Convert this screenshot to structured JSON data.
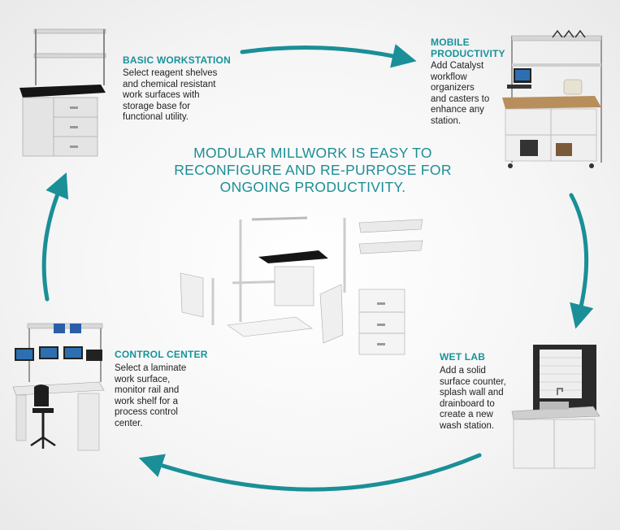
{
  "headline": {
    "line1": "MODULAR MILLWORK IS EASY TO",
    "line2": "RECONFIGURE AND RE-PURPOSE FOR",
    "line3": "ONGOING PRODUCTIVITY."
  },
  "stations": {
    "basic": {
      "title": "BASIC WORKSTATION",
      "lines": [
        "Select reagent shelves",
        "and chemical resistant",
        "work surfaces with",
        "storage base for",
        "functional utility."
      ]
    },
    "mobile": {
      "title_line1": "MOBILE",
      "title_line2": "PRODUCTIVITY",
      "lines": [
        "Add Catalyst",
        "workflow",
        "organizers",
        "and casters to",
        "enhance any",
        "station."
      ]
    },
    "wetlab": {
      "title": "WET LAB",
      "lines": [
        "Add a solid",
        "surface counter,",
        "splash wall and",
        "drainboard to",
        "create a new",
        "wash station."
      ]
    },
    "control": {
      "title": "CONTROL CENTER",
      "lines": [
        "Select a laminate",
        "work surface,",
        "monitor rail and",
        "work shelf for a",
        "process control",
        "center."
      ]
    }
  },
  "colors": {
    "accent": "#18939b",
    "arrow": "#1a8f97",
    "text": "#222222"
  }
}
